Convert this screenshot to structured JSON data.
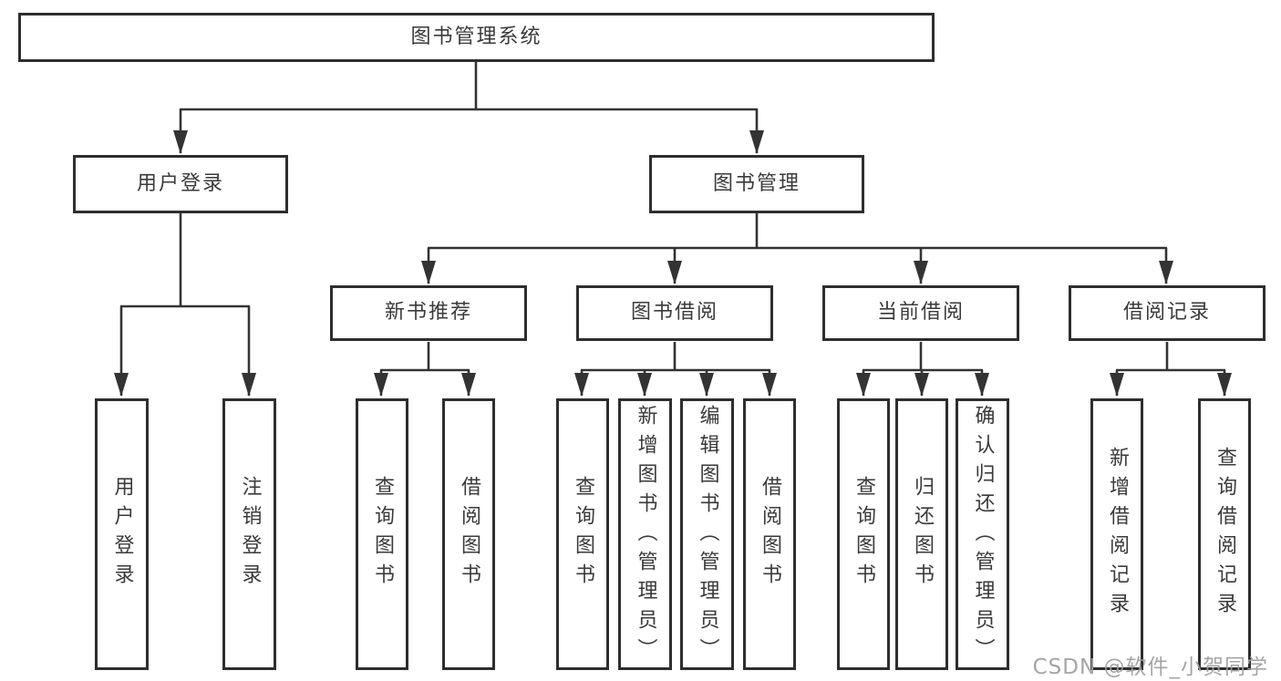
{
  "diagram": {
    "root": {
      "label": "图书管理系统"
    },
    "branches": [
      {
        "label": "用户登录",
        "children": [
          {
            "label": "用户登录"
          },
          {
            "label": "注销登录"
          }
        ]
      },
      {
        "label": "图书管理",
        "groups": [
          {
            "label": "新书推荐",
            "children": [
              {
                "label": "查询图书"
              },
              {
                "label": "借阅图书"
              }
            ]
          },
          {
            "label": "图书借阅",
            "children": [
              {
                "label": "查询图书"
              },
              {
                "label": "新增图书（管理员）"
              },
              {
                "label": "编辑图书（管理员）"
              },
              {
                "label": "借阅图书"
              }
            ]
          },
          {
            "label": "当前借阅",
            "children": [
              {
                "label": "查询图书"
              },
              {
                "label": "归还图书"
              },
              {
                "label": "确认归还（管理员）"
              }
            ]
          },
          {
            "label": "借阅记录",
            "children": [
              {
                "label": "新增借阅记录"
              },
              {
                "label": "查询借阅记录"
              }
            ]
          }
        ]
      }
    ]
  },
  "watermark": {
    "text": "CSDN @软件_小贺同学"
  },
  "colors": {
    "line": "#333333",
    "box_border": "#2e2e2e",
    "background": "#ffffff",
    "watermark": "#9e9e9e"
  }
}
